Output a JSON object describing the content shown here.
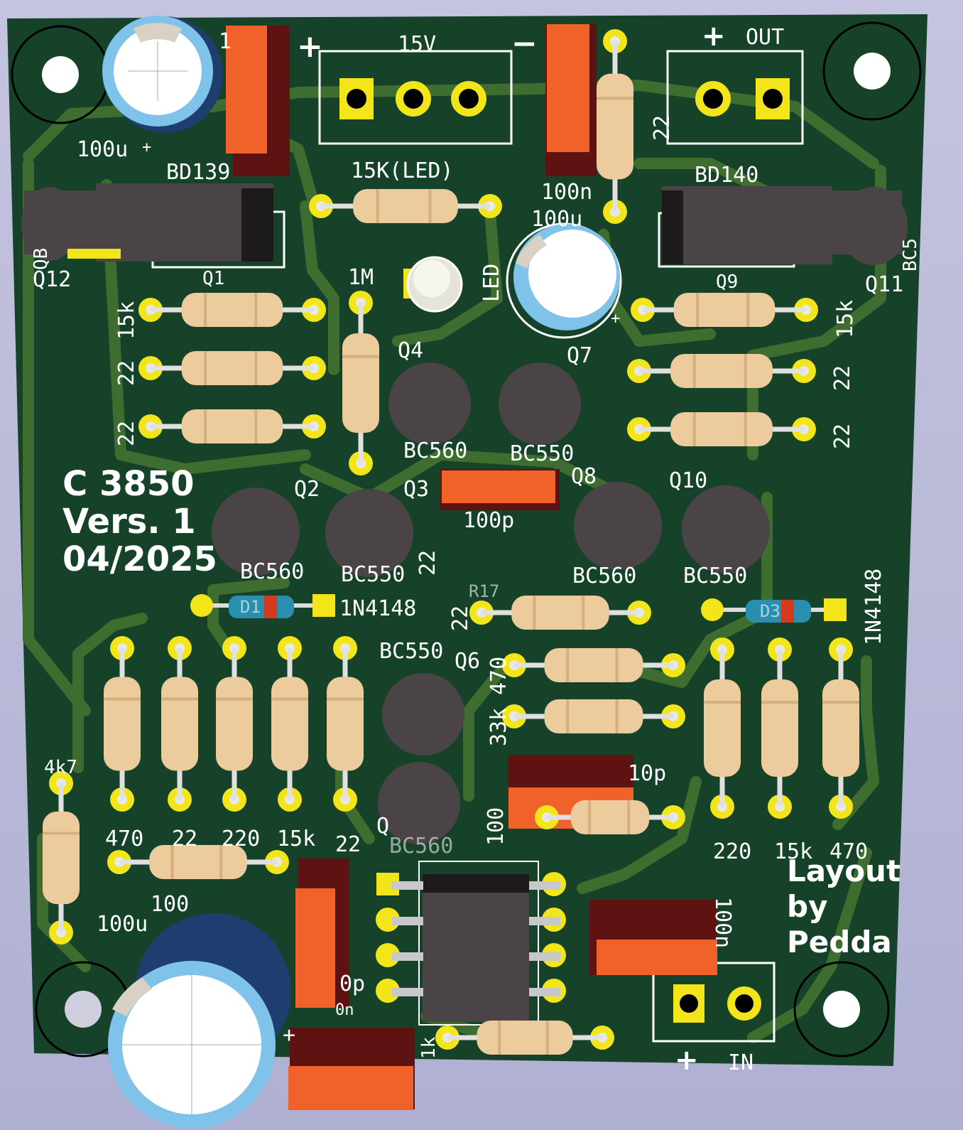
{
  "colors": {
    "background": "#b8b8d8",
    "board": "#16422a",
    "trace": "#3e6d2f",
    "silkscreen": "#ffffff",
    "pad": "#f2e61b",
    "resistor_body": "#eccb9c",
    "film_cap": "#f0622a",
    "transistor": "#4a4446",
    "electrolytic": "#1d3e6e"
  },
  "board": {
    "title_line1": "C 3850",
    "title_line2": "Vers. 1",
    "title_line3": "04/2025",
    "credit_line1": "Layout",
    "credit_line2": "by",
    "credit_line3": "Pedda"
  },
  "connectors": {
    "supply_label": "15V",
    "supply_plus": "+",
    "supply_minus": "−",
    "out_label": "OUT",
    "out_plus": "+",
    "in_label": "IN",
    "in_plus": "+"
  },
  "transistors": {
    "q1_ref": "Q1",
    "q1_type": "BD139",
    "q9_ref": "Q9",
    "q9_type": "BD140",
    "q12_ref": "Q12",
    "q12_frag": "QB",
    "q11_ref": "Q11",
    "q11_frag": "BC5",
    "q4_ref": "Q4",
    "q4_type": "BC560",
    "q7_ref": "Q7",
    "q7_type": "BC550",
    "q2_ref": "Q2",
    "q2_type": "BC560",
    "q3_ref": "Q3",
    "q3_type": "BC550",
    "q8_ref": "Q8",
    "q8_type": "BC560",
    "q10_ref": "Q10",
    "q10_type": "BC550",
    "q6_ref": "Q6",
    "q6_type": "BC550",
    "q5_frag": "Q",
    "bottom_frag": "BC560"
  },
  "values": {
    "cap_100u_top": "100u",
    "cap_1_frag": "1",
    "r_15k_led": "15K(LED)",
    "cap_100n_top": "100n",
    "cap_100u_mid": "100u",
    "r_22_top": "22",
    "r_1m": "1M",
    "led": "LED",
    "r_15k_left": "15k",
    "r_22_left_a": "22",
    "r_22_left_b": "22",
    "r_15k_right": "15k",
    "r_22_right_a": "22",
    "r_22_right_b": "22",
    "cap_100p": "100p",
    "r_22_mid": "22",
    "r_22_mid_b": "22",
    "r17": "R17",
    "d1_ref": "D1",
    "d1_type": "1N4148",
    "d3_ref": "D3",
    "d3_type": "1N4148",
    "r_470_v": "470",
    "r_33k_v": "33k",
    "cap_10p": "10p",
    "r_100_v": "100",
    "r_4k7": "4k7",
    "row_470": "470",
    "row_22_a": "22",
    "row_220": "220",
    "row_15k": "15k",
    "row_22_b": "22",
    "rrow_220": "220",
    "rrow_15k": "15k",
    "rrow_470": "470",
    "r_100_bottom": "100",
    "cap_100u_bottom": "100u",
    "cap_100n_right": "100n",
    "r_1k": "1k",
    "frag_0p": "0p",
    "frag_0n": "0n",
    "plus_sign": "+"
  }
}
